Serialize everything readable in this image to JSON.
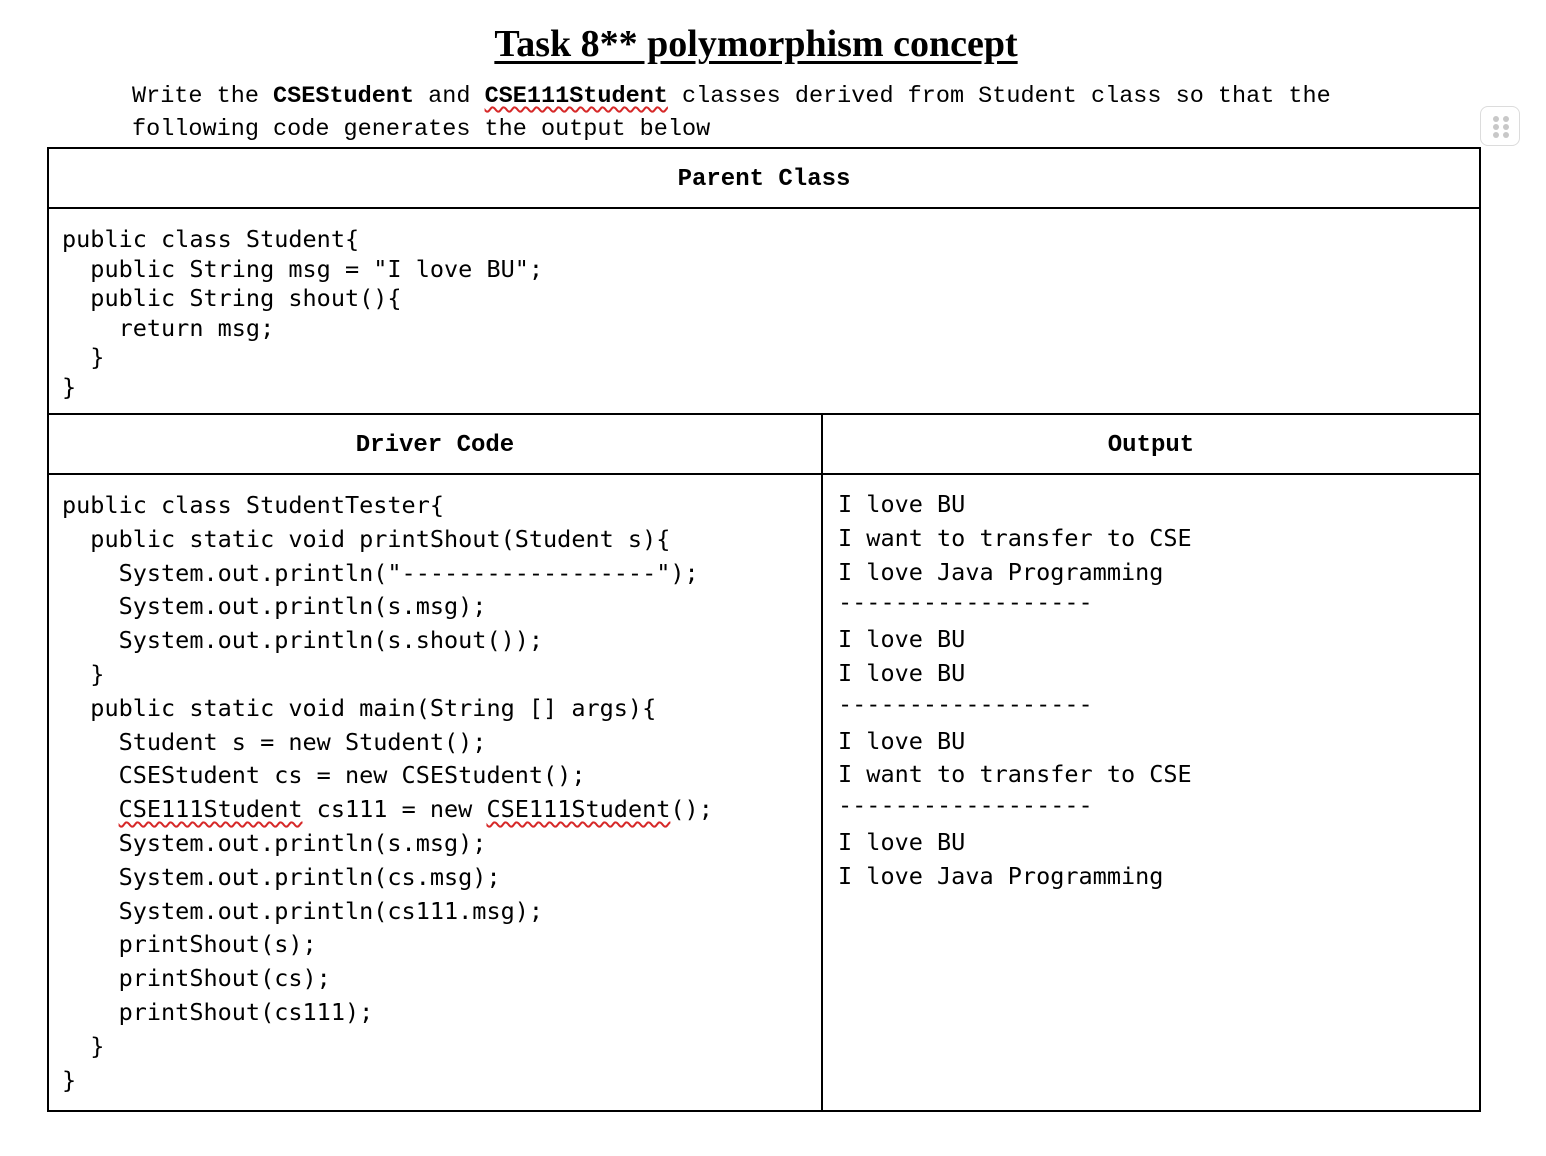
{
  "title": "Task 8** polymorphism concept",
  "intro": {
    "p1": "Write the ",
    "class1": "CSEStudent",
    "p2": " and ",
    "class2": "CSE111Student",
    "p3": " classes derived from Student class so that the",
    "line2": "following code generates the output below"
  },
  "parent": {
    "header": "Parent Class",
    "code": "public class Student{\n  public String msg = \"I love BU\";\n  public String shout(){\n    return msg;\n  }\n}"
  },
  "driver": {
    "header": "Driver Code",
    "code_before": "public class StudentTester{\n  public static void printShout(Student s){\n    System.out.println(\"------------------\");\n    System.out.println(s.msg);\n    System.out.println(s.shout());\n  }\n  public static void main(String [] args){\n    Student s = new Student();\n    CSEStudent cs = new CSEStudent();\n    ",
    "squiggle_word": "CSE111Student",
    "code_mid": " cs111 = new ",
    "code_after": "();\n    System.out.println(s.msg);\n    System.out.println(cs.msg);\n    System.out.println(cs111.msg);\n    printShout(s);\n    printShout(cs);\n    printShout(cs111);\n  }\n}"
  },
  "output": {
    "header": "Output",
    "lines": [
      "I love BU",
      "I want to transfer to CSE",
      "I love Java Programming",
      "------------------",
      "I love BU",
      "I love BU",
      "------------------",
      "I love BU",
      "I want to transfer to CSE",
      "------------------",
      "I love BU",
      "I love Java Programming"
    ]
  },
  "icons": {
    "handle": "drag-handle-icon"
  }
}
